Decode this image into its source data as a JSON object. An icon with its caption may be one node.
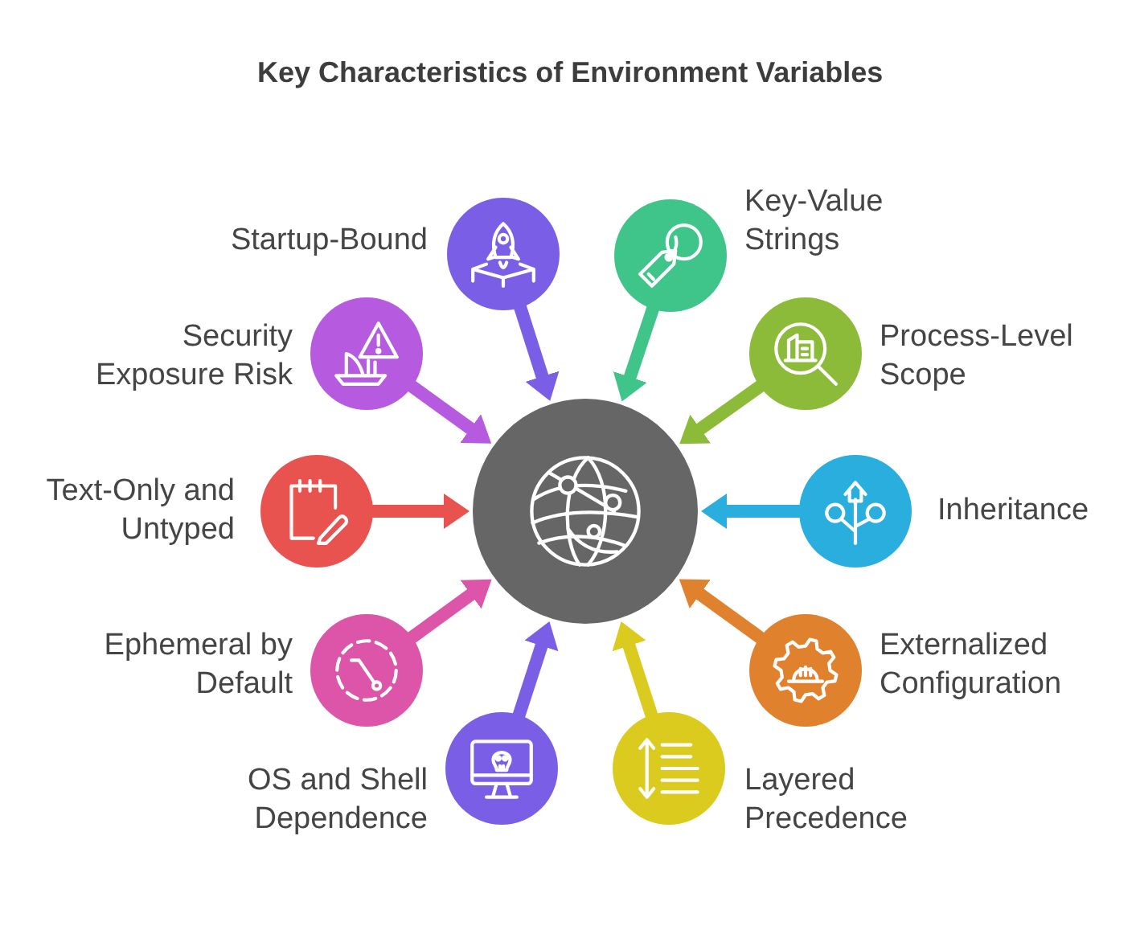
{
  "diagram": {
    "title": "Key Characteristics of Environment Variables",
    "nodes": [
      {
        "text": [],
        "shape": "circle"
      },
      {
        "text": [],
        "shape": "circle",
        "beside": [
          "Startup-Bound"
        ]
      },
      {
        "text": [],
        "shape": "circle",
        "beside": [
          "Key-Value Strings"
        ]
      },
      {
        "text": [],
        "shape": "circle",
        "beside": [
          "Process-Level Scope"
        ]
      },
      {
        "text": [],
        "shape": "circle",
        "beside": [
          "Inheritance"
        ]
      },
      {
        "text": [],
        "shape": "circle",
        "beside": [
          "Externalized Configuration"
        ]
      },
      {
        "text": [],
        "shape": "circle",
        "beside": [
          "Layered Precedence"
        ]
      },
      {
        "text": [],
        "shape": "circle",
        "beside": [
          "OS and Shell Dependence"
        ]
      },
      {
        "text": [],
        "shape": "circle",
        "beside": [
          "Ephemeral by Default"
        ]
      },
      {
        "text": [],
        "shape": "circle",
        "beside": [
          "Text-Only and Untyped"
        ]
      },
      {
        "text": [],
        "shape": "circle",
        "beside": [
          "Security Exposure Risk"
        ]
      }
    ],
    "edges": [
      {
        "from": 1,
        "to": 0,
        "arrow": "to",
        "color": "#7a5fe6"
      },
      {
        "from": 2,
        "to": 0,
        "arrow": "to",
        "color": "#3fc48a"
      },
      {
        "from": 3,
        "to": 0,
        "arrow": "to",
        "color": "#8cbb3a"
      },
      {
        "from": 4,
        "to": 0,
        "arrow": "to",
        "color": "#2aaede"
      },
      {
        "from": 5,
        "to": 0,
        "arrow": "to",
        "color": "#e0812e"
      },
      {
        "from": 6,
        "to": 0,
        "arrow": "to",
        "color": "#dccb1f"
      },
      {
        "from": 7,
        "to": 0,
        "arrow": "to",
        "color": "#7a5fe6"
      },
      {
        "from": 8,
        "to": 0,
        "arrow": "to",
        "color": "#dd55a8"
      },
      {
        "from": 9,
        "to": 0,
        "arrow": "to",
        "color": "#e8534f"
      },
      {
        "from": 10,
        "to": 0,
        "arrow": "to",
        "color": "#b65ae0"
      }
    ]
  }
}
